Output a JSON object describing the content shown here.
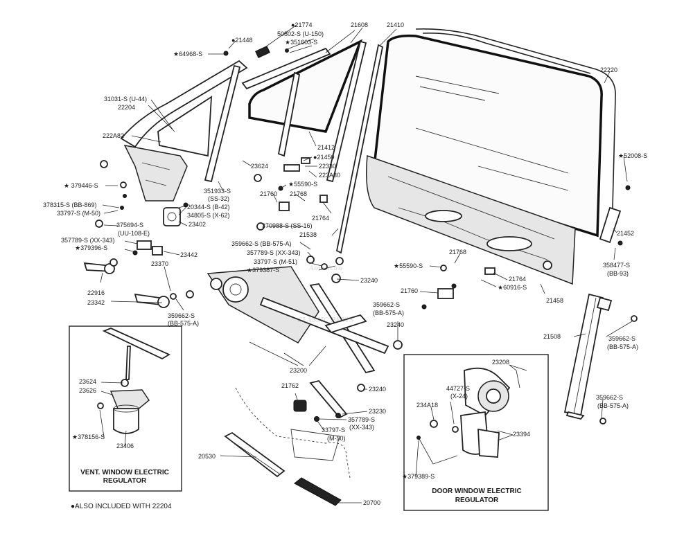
{
  "labels": {
    "l01": "●21774",
    "l02": "21608",
    "l03": "21410",
    "l04": "50802-S (U-150)",
    "l05": "★351603-S",
    "l06": "●21448",
    "l07": "★64968-S",
    "l08": "22220",
    "l09": "31031-S (U-44)",
    "l10": "22204",
    "l11": "222A82",
    "l12": "21412",
    "l13": "●21450",
    "l14": "22330",
    "l15": "223A30",
    "l16": "23624",
    "l17": "★52008-S",
    "l18": "★ 379446-S",
    "l19": "★55590-S",
    "l20": "351933-S",
    "l21": "(SS-32)",
    "l22": "21760",
    "l23": "21768",
    "l24": "378315-S (BB-869)",
    "l25": "20344-S (B-42)",
    "l26": "33797-S (M-50)",
    "l27": "34805-S (X-62)",
    "l28": "23402",
    "l29": "21764",
    "l30": "375694-S",
    "l31": "(UU-108-E)",
    "l32": "370988-S (SS-16)",
    "l33": "21452",
    "l34": "357789-S (XX-343)",
    "l35": "21538",
    "l36": "★379396-S",
    "l37": "359662-S (BB-575-A)",
    "l38": "23442",
    "l39": "21768",
    "l40": "358477-S",
    "l41": "(BB-93)",
    "l42": "357789-S (XX-343)",
    "l43": "33797-S (M-51)",
    "l44": "★379387-S",
    "l45": "23370",
    "l46": "★55590-S",
    "l47": "21764",
    "l48": "23240",
    "l49": "★60916-S",
    "l50": "21458",
    "l51": "22916",
    "l52": "23342",
    "l53": "21760",
    "l54": "359662-S",
    "l55": "(BB-575-A)",
    "l56": "359662-S",
    "l57": "(BB-575-A)",
    "l58": "23240",
    "l59": "21508",
    "l60": "359662-S",
    "l61": "(BB-575-A)",
    "l62": "23200",
    "l63": "23208",
    "l64": "23624",
    "l65": "23626",
    "l66": "21762",
    "l67": "23240",
    "l68": "44727-S",
    "l69": "(X-24)",
    "l70": "234A18",
    "l71": "359662-S",
    "l72": "(BB-575-A)",
    "l73": "23230",
    "l74": "★378156-S",
    "l75": "357789-S",
    "l76": "(XX-343)",
    "l77": "23406",
    "l78": "33797-S",
    "l79": "(M-50)",
    "l80": "23394",
    "l81": "20530",
    "l82": "★379389-S",
    "l83": "20700",
    "l84": "●ALSO INCLUDED WITH 22204"
  },
  "boxes": {
    "vent_title_1": "VENT. WINDOW ELECTRIC",
    "vent_title_2": "REGULATOR",
    "door_title_1": "DOOR WINDOW ELECTRIC",
    "door_title_2": "REGULATOR"
  },
  "watermark": {
    "line1": "American",
    "line2": "CLASSIC PARTS"
  }
}
